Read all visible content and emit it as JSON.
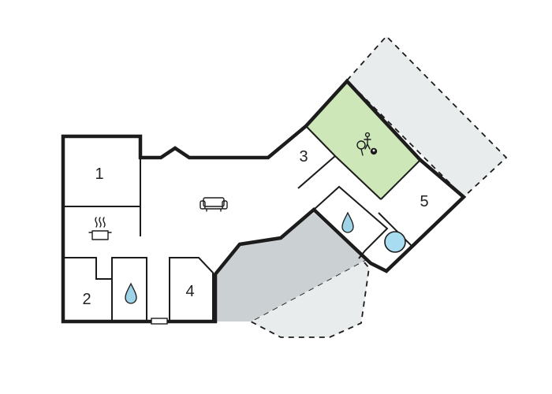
{
  "colors": {
    "background": "#ffffff",
    "outdoor_area": "#e8ecec",
    "terrace": "#cbd0d3",
    "activity_room": "#cde7b9",
    "walls": "#1c1c1c",
    "water_icon": "#9fd3e8",
    "spa_icon": "#a8dcf0"
  },
  "floor_plan": {
    "rooms": [
      {
        "label": "1",
        "type": "bedroom"
      },
      {
        "label": "2",
        "type": "bedroom"
      },
      {
        "label": "3",
        "type": "bedroom"
      },
      {
        "label": "4",
        "type": "bedroom"
      },
      {
        "label": "5",
        "type": "bedroom"
      }
    ],
    "icons": [
      {
        "name": "kitchen-pot-icon",
        "room": "kitchen"
      },
      {
        "name": "sofa-icon",
        "room": "living-room"
      },
      {
        "name": "bathroom-water-drop-icon",
        "room": "bathroom"
      },
      {
        "name": "bathroom-water-drop-icon",
        "room": "bathroom"
      },
      {
        "name": "table-tennis-icon",
        "room": "activity-room"
      },
      {
        "name": "billiards-ball-icon",
        "room": "activity-room"
      },
      {
        "name": "foosball-player-icon",
        "room": "activity-room"
      },
      {
        "name": "spa-pool-icon",
        "room": "spa-room"
      }
    ]
  }
}
